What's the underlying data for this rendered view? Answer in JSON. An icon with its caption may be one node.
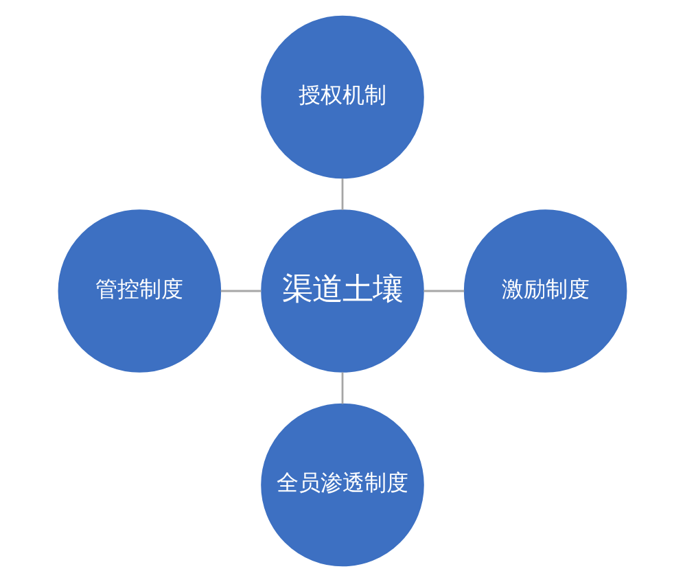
{
  "diagram": {
    "nodes": [
      {
        "text": [
          "授权机制"
        ]
      },
      {
        "text": [
          "管控制度"
        ]
      },
      {
        "text": [
          "渠道土壤"
        ]
      },
      {
        "text": [
          "激励制度"
        ]
      },
      {
        "text": [
          "全员渗透制度"
        ]
      }
    ],
    "edges": [
      {
        "from": 0,
        "to": 2,
        "arrow": "none"
      },
      {
        "from": 1,
        "to": 2,
        "arrow": "none"
      },
      {
        "from": 2,
        "to": 3,
        "arrow": "none"
      },
      {
        "from": 2,
        "to": 4,
        "arrow": "none"
      }
    ]
  }
}
